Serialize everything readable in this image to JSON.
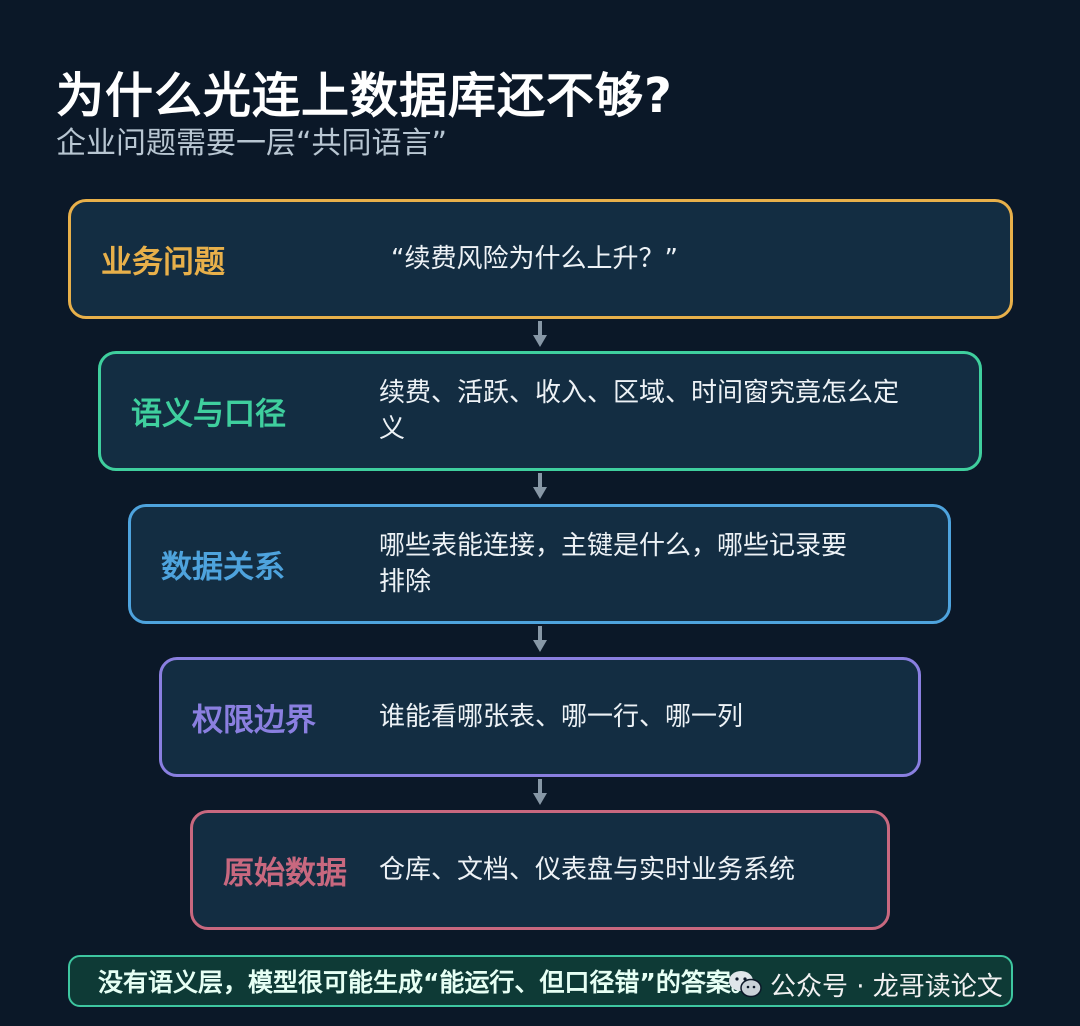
{
  "title": "为什么光连上数据库还不够?",
  "subtitle": "企业问题需要一层“共同语言”",
  "layers": [
    {
      "name": "业务问题",
      "desc": "“续费风险为什么上升？”",
      "color": "#e8b04a"
    },
    {
      "name": "语义与口径",
      "desc": "续费、活跃、收入、区域、时间窗究竟怎么定义",
      "color": "#3fcf9e"
    },
    {
      "name": "数据关系",
      "desc": "哪些表能连接，主键是什么，哪些记录要排除",
      "color": "#4ea3dd"
    },
    {
      "name": "权限边界",
      "desc": "谁能看哪张表、哪一行、哪一列",
      "color": "#8a7fe0"
    },
    {
      "name": "原始数据",
      "desc": "仓库、文档、仪表盘与实时业务系统",
      "color": "#c8687f"
    }
  ],
  "footer": "没有语义层，模型很可能生成“能运行、但口径错”的答案。",
  "watermark": "公众号 · 龙哥读论文",
  "icons": {
    "arrow": "arrow-down-icon",
    "logo": "wechat-icon"
  }
}
